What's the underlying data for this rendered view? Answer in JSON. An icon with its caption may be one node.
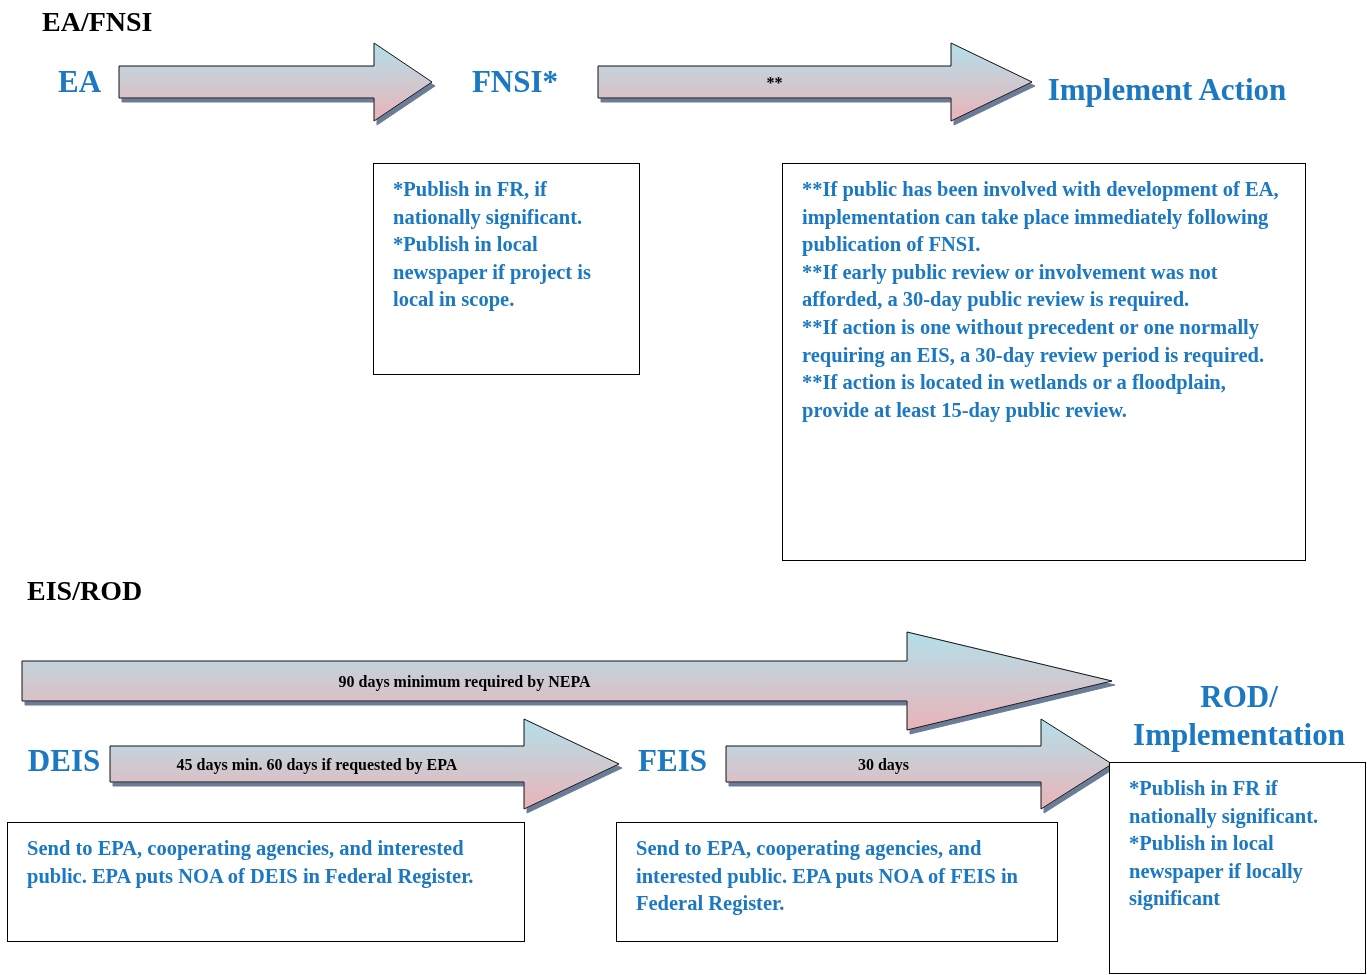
{
  "diagram": {
    "nodes": [
      {
        "text": [
          "EA"
        ]
      },
      {
        "text": [
          "FNSI*"
        ]
      },
      {
        "text": [
          "Implement Action"
        ]
      },
      {
        "text": [
          "*Publish in FR, if nationally significant.",
          "*Publish in local newspaper if project is local in scope."
        ]
      },
      {
        "text": [
          "**If public has been involved with development of EA, implementation can take place immediately following publication of FNSI.",
          "**If early public review or involvement was not afforded, a 30-day public review is required.",
          "**If action is one without precedent or one normally requiring an EIS, a 30-day review period is required.",
          "**If action is located in wetlands or a floodplain, provide at least 15-day public review."
        ]
      },
      {
        "text": [
          "DEIS"
        ]
      },
      {
        "text": [
          "FEIS"
        ]
      },
      {
        "text": [
          "ROD/ Implementation"
        ]
      },
      {
        "text": [
          "*Publish in FR if nationally significant.",
          "*Publish in local newspaper if locally significant"
        ]
      },
      {
        "text": [
          "Send to EPA, cooperating agencies, and interested public.  EPA puts NOA of DEIS in Federal Register."
        ]
      },
      {
        "text": [
          "Send to EPA, cooperating agencies, and interested public.  EPA puts NOA of FEIS in Federal Register."
        ]
      }
    ],
    "edges": [
      {
        "from": 0,
        "to": 1,
        "arrow": "to"
      },
      {
        "from": 1,
        "to": 2,
        "arrow": "to",
        "label": "**"
      },
      {
        "from": null,
        "to": 7,
        "arrow": "to",
        "label": "90 days minimum required by NEPA"
      },
      {
        "from": 5,
        "to": 6,
        "arrow": "to",
        "label": "45 days min. 60 days if requested by EPA"
      },
      {
        "from": 6,
        "to": 7,
        "arrow": "to",
        "label": "30 days"
      }
    ],
    "labels": [
      "EA/FNSI",
      "EIS/ROD"
    ]
  }
}
